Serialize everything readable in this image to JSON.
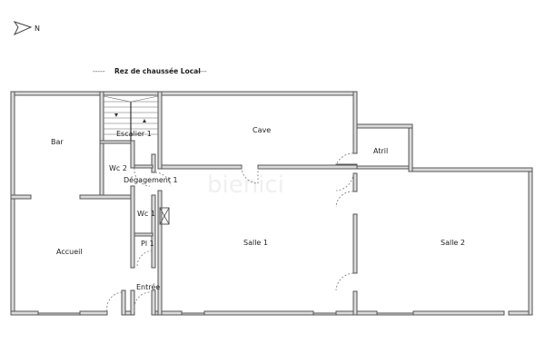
{
  "compass": {
    "label": "N"
  },
  "title": {
    "dash_left": "-----",
    "text": "Rez de chaussée Local",
    "dash_right": "-----"
  },
  "watermark": "bienici",
  "rooms": {
    "bar": "Bar",
    "escalier": "Escalier 1",
    "cave": "Cave",
    "atril": "Atril",
    "wc2": "Wc 2",
    "degagement": "Dégagement 1",
    "wc1": "Wc 1",
    "pl1": "Pl 1",
    "accueil": "Accueil",
    "entree": "Entrée",
    "salle1": "Salle 1",
    "salle2": "Salle 2"
  }
}
